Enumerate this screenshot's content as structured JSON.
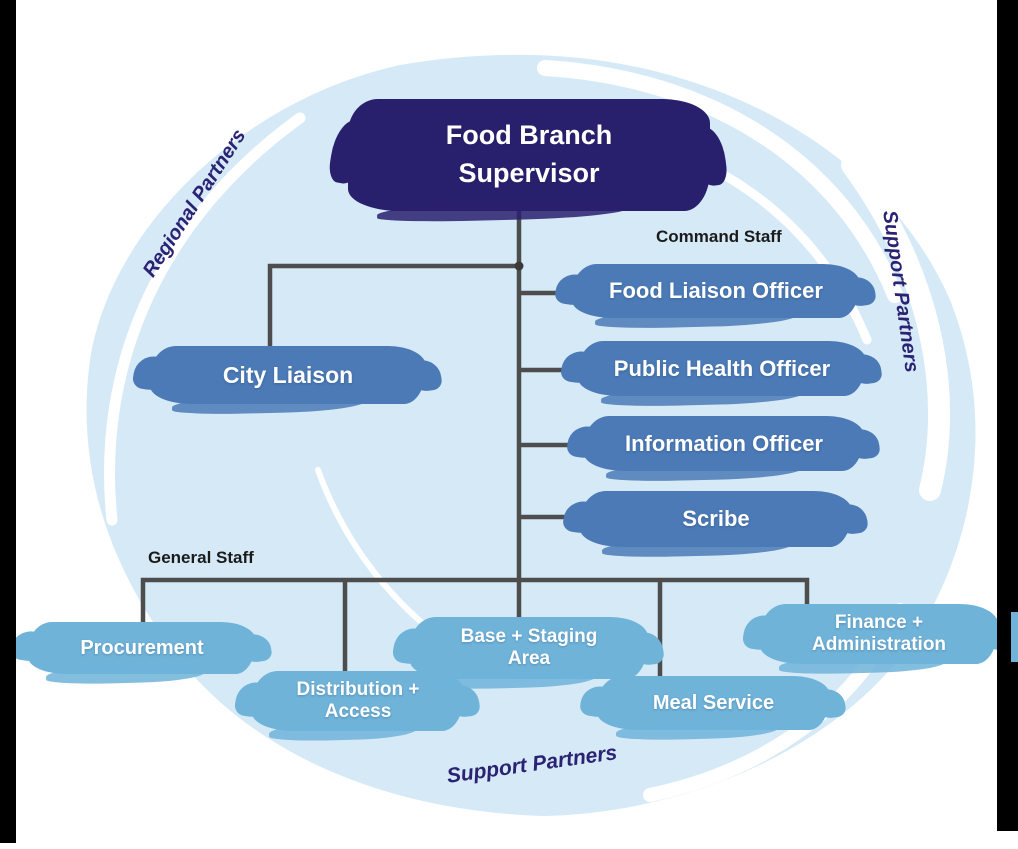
{
  "colors": {
    "background": "#ffffff",
    "blob": "#d5eaf6",
    "title_navy": "#29206d",
    "command_blue": "#4b7ab6",
    "general_blue": "#6fb3d9",
    "partner_text_navy": "#2b2273",
    "connector_line": "#4d4d4d",
    "staff_label_black": "#1b1b1b",
    "edge_bar_black": "#000000"
  },
  "title": {
    "label": "Food Branch Supervisor"
  },
  "labels": {
    "command_staff": "Command Staff",
    "general_staff": "General Staff",
    "regional_partners": "Regional Partners",
    "support_partners_right": "Support Partners",
    "support_partners_bottom": "Support Partners"
  },
  "nodes": {
    "city_liaison": {
      "label": "City Liaison"
    },
    "command": [
      {
        "label": "Food Liaison Officer"
      },
      {
        "label": "Public Health Officer"
      },
      {
        "label": "Information Officer"
      },
      {
        "label": "Scribe"
      }
    ],
    "general": [
      {
        "label": "Procurement"
      },
      {
        "label": "Distribution + Access"
      },
      {
        "label": "Base + Staging Area"
      },
      {
        "label": "Meal Service"
      },
      {
        "label": "Finance + Administration"
      }
    ]
  }
}
